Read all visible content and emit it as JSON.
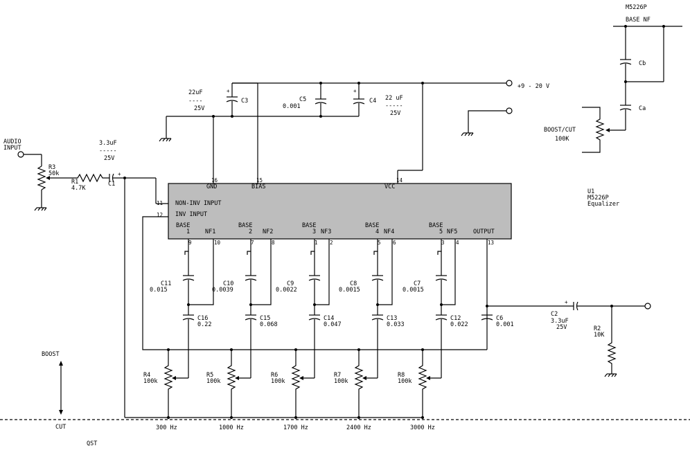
{
  "ic": {
    "pins_top": {
      "gnd_num": "16",
      "gnd": "GND",
      "bias_num": "15",
      "bias": "BIAS",
      "vcc_num": "14",
      "vcc": "VCC"
    },
    "left": {
      "p11": "11",
      "noninv": "NON-INV INPUT",
      "p12": "12",
      "inv": "INV INPUT"
    },
    "bands": [
      {
        "base": "BASE",
        "num": "1",
        "nf": "NF1",
        "pb": "9",
        "pn": "10"
      },
      {
        "base": "BASE",
        "num": "2",
        "nf": "NF2",
        "pb": "7",
        "pn": "8"
      },
      {
        "base": "BASE",
        "num": "3",
        "nf": "NF3",
        "pb": "1",
        "pn": "2"
      },
      {
        "base": "BASE",
        "num": "4",
        "nf": "NF4",
        "pb": "5",
        "pn": "6"
      },
      {
        "base": "BASE",
        "num": "5",
        "nf": "NF5",
        "pb": "3",
        "pn": "4"
      }
    ],
    "output": "OUTPUT",
    "p13": "13",
    "desc": [
      "U1",
      "M5226P",
      "Equalizer"
    ]
  },
  "supply": {
    "label": "+9 - 20 V"
  },
  "parts": {
    "c3": {
      "val1": "22uF",
      "val2": "----",
      "val3": "25V",
      "name": "C3"
    },
    "c5": {
      "name": "C5",
      "val": "0.001"
    },
    "c4": {
      "name": "C4",
      "val1": "22 uF",
      "val2": "-----",
      "val3": "25V"
    },
    "c1": {
      "val1": "3.3uF",
      "val2": "-----",
      "val3": "25V",
      "name": "C1"
    },
    "r3": {
      "name": "R3",
      "val": "50k"
    },
    "r1": {
      "name": "R1",
      "val": "4.7K"
    },
    "audio": [
      "AUDIO",
      "INPUT"
    ],
    "c2": {
      "name": "C2",
      "val1": "3.3uF",
      "val2": "25V"
    },
    "r2": {
      "name": "R2",
      "val": "10K"
    },
    "c6": {
      "name": "C6",
      "val": "0.001"
    }
  },
  "band_caps": [
    {
      "c1n": "C11",
      "c1v": "0.015",
      "c2n": "C16",
      "c2v": "0.22"
    },
    {
      "c1n": "C10",
      "c1v": "0.0039",
      "c2n": "C15",
      "c2v": "0.068"
    },
    {
      "c1n": "C9",
      "c1v": "0.0022",
      "c2n": "C14",
      "c2v": "0.047"
    },
    {
      "c1n": "C8",
      "c1v": "0.0015",
      "c2n": "C13",
      "c2v": "0.033"
    },
    {
      "c1n": "C7",
      "c1v": "0.0015",
      "c2n": "C12",
      "c2v": "0.022"
    }
  ],
  "band_pots": [
    {
      "name": "R4",
      "val": "100k",
      "freq": "300 Hz"
    },
    {
      "name": "R5",
      "val": "100k",
      "freq": "1000 Hz"
    },
    {
      "name": "R6",
      "val": "100k",
      "freq": "1700 Hz"
    },
    {
      "name": "R7",
      "val": "100k",
      "freq": "2400 Hz"
    },
    {
      "name": "R8",
      "val": "100k",
      "freq": "3000 Hz"
    }
  ],
  "detail": {
    "chip": "M5226P",
    "pins": "BASE NF",
    "cb": "Cb",
    "ca": "Ca",
    "pot1": "BOOST/CUT",
    "pot2": "100K"
  },
  "boost": "BOOST",
  "cut": "CUT",
  "qst": "QST"
}
